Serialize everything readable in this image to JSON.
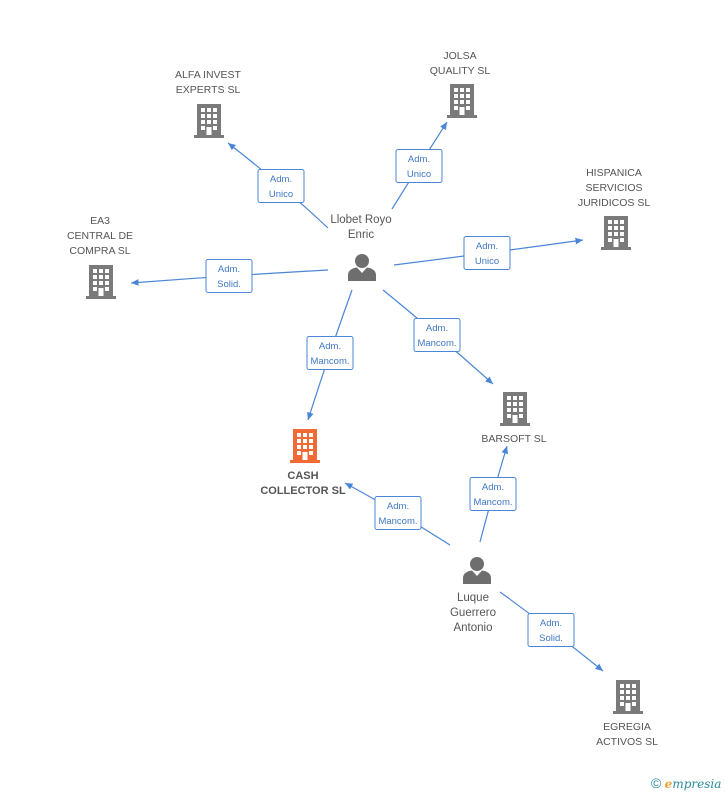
{
  "colors": {
    "edge": "#4a86d6",
    "company": "#7a7a7a",
    "focus_company": "#f06a35",
    "person": "#6e6e6e",
    "label": "#555555"
  },
  "companies": [
    {
      "id": "alfa",
      "lines": [
        "ALFA INVEST",
        "EXPERTS SL"
      ],
      "focus": false
    },
    {
      "id": "jolsa",
      "lines": [
        "JOLSA",
        "QUALITY  SL"
      ],
      "focus": false
    },
    {
      "id": "hispanica",
      "lines": [
        "HISPANICA",
        "SERVICIOS",
        "JURIDICOS SL"
      ],
      "focus": false
    },
    {
      "id": "ea3",
      "lines": [
        "EA3",
        "CENTRAL DE",
        "COMPRA  SL"
      ],
      "focus": false
    },
    {
      "id": "cash",
      "lines": [
        "CASH",
        "COLLECTOR SL"
      ],
      "focus": true
    },
    {
      "id": "barsoft",
      "lines": [
        "BARSOFT SL"
      ],
      "focus": false
    },
    {
      "id": "egregia",
      "lines": [
        "EGREGIA",
        "ACTIVOS SL"
      ],
      "focus": false
    }
  ],
  "persons": [
    {
      "id": "llobet",
      "lines": [
        "Llobet Royo",
        "Enric"
      ]
    },
    {
      "id": "luque",
      "lines": [
        "Luque",
        "Guerrero",
        "Antonio"
      ]
    }
  ],
  "edges": [
    {
      "from": "llobet",
      "to": "alfa",
      "label": [
        "Adm.",
        "Unico"
      ]
    },
    {
      "from": "llobet",
      "to": "jolsa",
      "label": [
        "Adm.",
        "Unico"
      ]
    },
    {
      "from": "llobet",
      "to": "hispanica",
      "label": [
        "Adm.",
        "Unico"
      ]
    },
    {
      "from": "llobet",
      "to": "ea3",
      "label": [
        "Adm.",
        "Solid."
      ]
    },
    {
      "from": "llobet",
      "to": "cash",
      "label": [
        "Adm.",
        "Mancom."
      ]
    },
    {
      "from": "llobet",
      "to": "barsoft",
      "label": [
        "Adm.",
        "Mancom."
      ]
    },
    {
      "from": "luque",
      "to": "cash",
      "label": [
        "Adm.",
        "Mancom."
      ]
    },
    {
      "from": "luque",
      "to": "barsoft",
      "label": [
        "Adm.",
        "Mancom."
      ]
    },
    {
      "from": "luque",
      "to": "egregia",
      "label": [
        "Adm.",
        "Solid."
      ]
    }
  ],
  "watermark": {
    "symbol": "©",
    "brand_initial": "e",
    "brand_rest": "mpresia"
  }
}
